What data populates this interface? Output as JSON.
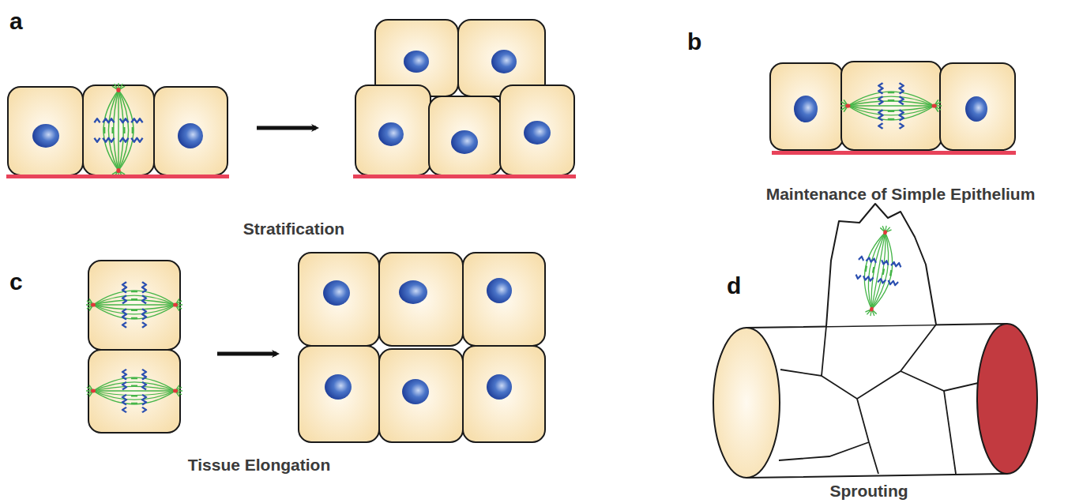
{
  "diagram": {
    "labels": [
      "a",
      "Stratification",
      "b",
      "Maintenance of Simple Epithelium",
      "c",
      "Tissue Elongation",
      "d",
      "Sprouting"
    ]
  }
}
